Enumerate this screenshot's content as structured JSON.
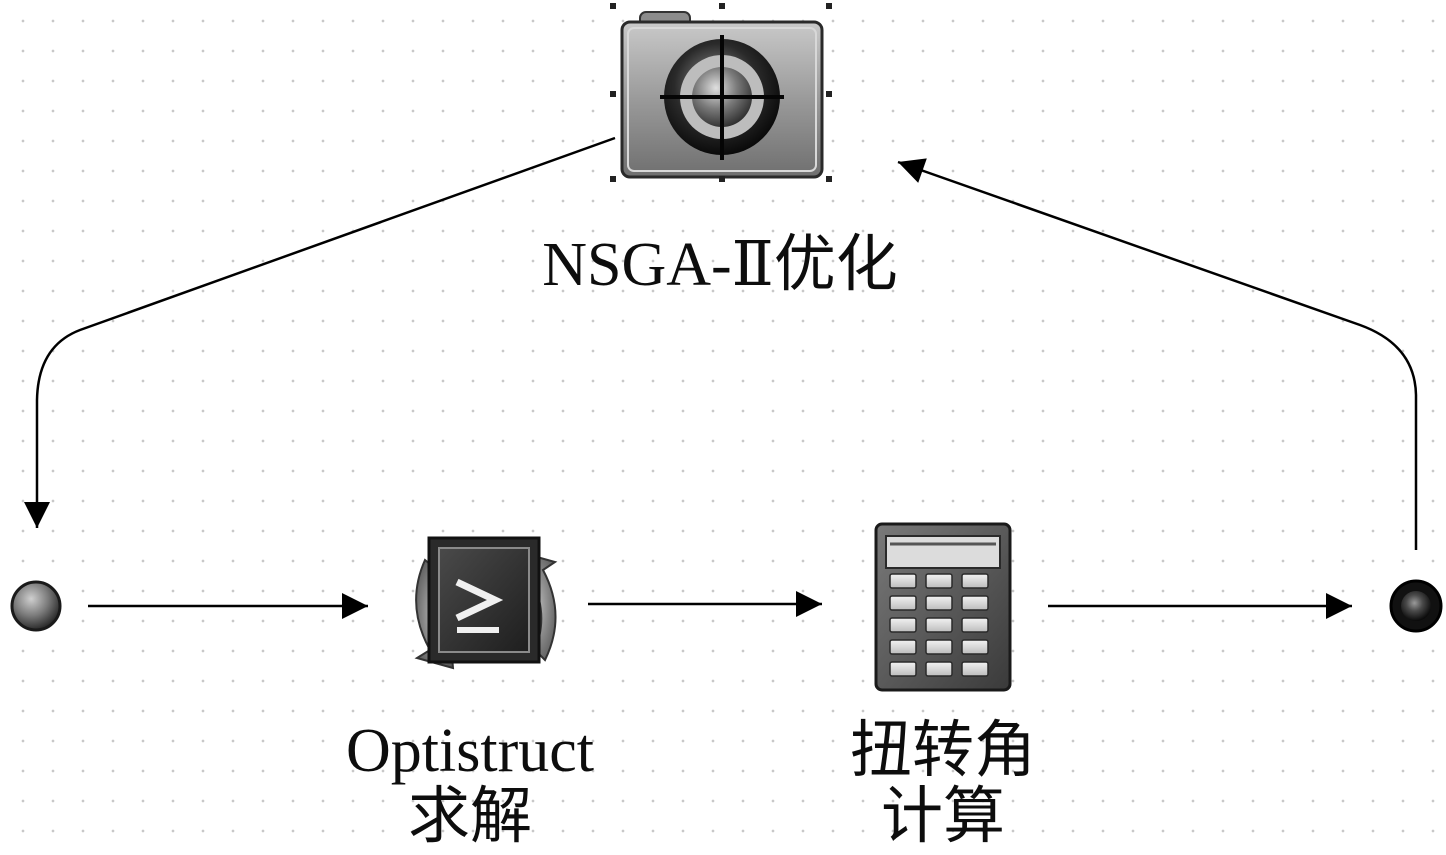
{
  "nodes": {
    "optimizer": {
      "label": "NSGA-Ⅱ优化",
      "icon": "target-icon"
    },
    "solver": {
      "label_line1": "Optistruct",
      "label_line2": "求解",
      "icon": "terminal-icon"
    },
    "calculator": {
      "label_line1": "扭转角",
      "label_line2": "计算",
      "icon": "calculator-icon"
    },
    "start": {
      "icon": "start-port-icon"
    },
    "end": {
      "icon": "end-port-icon"
    }
  },
  "colors": {
    "line": "#000000",
    "icon_gray": "#8a8a8a",
    "icon_dark": "#1a1a1a",
    "grid_dot": "#c8c8c8"
  }
}
